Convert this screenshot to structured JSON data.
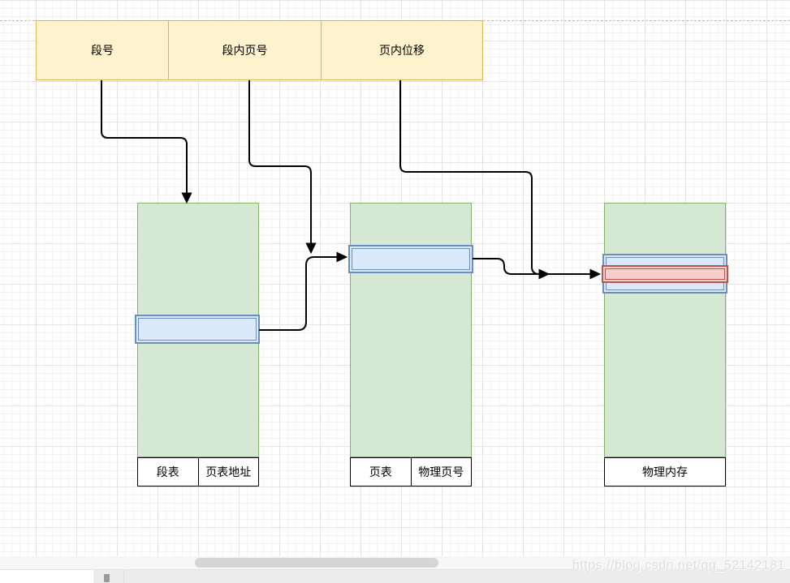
{
  "diagram": {
    "address_box": {
      "cells": [
        {
          "label": "段号"
        },
        {
          "label": "段内页号"
        },
        {
          "label": "页内位移"
        }
      ]
    },
    "segment_table": {
      "footer": [
        {
          "label": "段表"
        },
        {
          "label": "页表地址"
        }
      ]
    },
    "page_table": {
      "footer": [
        {
          "label": "页表"
        },
        {
          "label": "物理页号"
        }
      ]
    },
    "physical_memory": {
      "footer": [
        {
          "label": "物理内存"
        }
      ]
    },
    "connectors": [
      {
        "name": "segment-number-to-segment-table"
      },
      {
        "name": "page-number-to-page-table-junction"
      },
      {
        "name": "offset-to-physical-memory-junction"
      },
      {
        "name": "segment-table-entry-to-page-table-entry"
      },
      {
        "name": "page-table-entry-to-physical-frame"
      }
    ]
  },
  "watermark": "https://blog.csdn.net/qq_52142181",
  "colors": {
    "address_box_fill": "#FFF2CC",
    "address_box_border": "#D6B656",
    "table_fill": "#D5E8D4",
    "table_border": "#82B366",
    "highlight_fill": "#DAE8FC",
    "highlight_border": "#6C8EBF",
    "frame_fill": "#F8CECC",
    "frame_border": "#B85450",
    "connector": "#000000",
    "grid_major": "#E3E3E3",
    "grid_minor": "#F3F3F3"
  }
}
